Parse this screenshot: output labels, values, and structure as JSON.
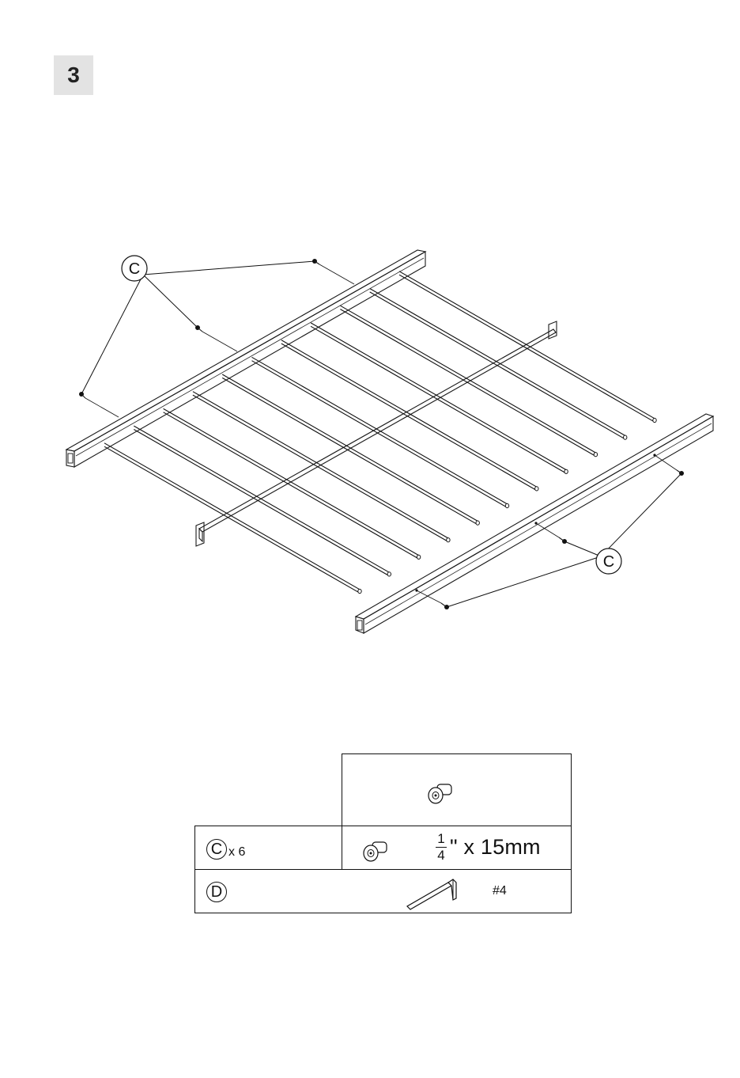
{
  "step": {
    "number": "3"
  },
  "callouts": {
    "top_left": "C",
    "bottom_right": "C"
  },
  "parts_table": {
    "row_c": {
      "letter": "C",
      "qty": "x 6",
      "size_num": "1",
      "size_den": "4",
      "size_rest": "\" x 15mm"
    },
    "row_d": {
      "letter": "D",
      "size": "#4"
    }
  },
  "icons": {
    "bolt": "bolt-icon",
    "allen_key": "allen-key-icon"
  }
}
